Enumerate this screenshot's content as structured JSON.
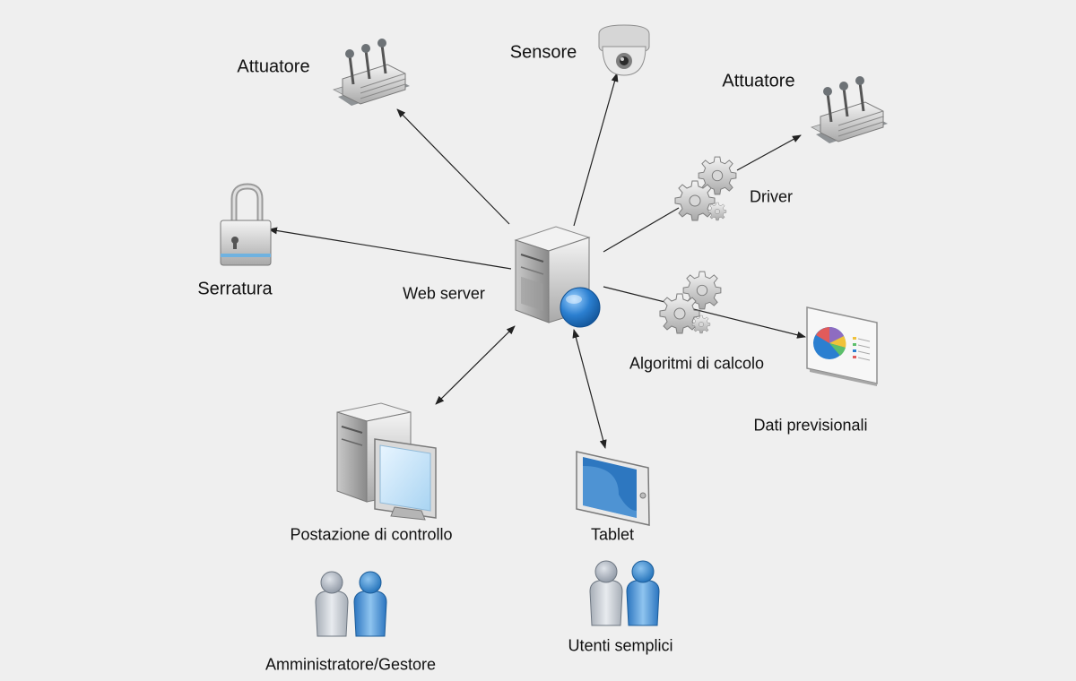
{
  "labels": {
    "web_server": "Web server",
    "sensor": "Sensore",
    "actuator_left": "Attuatore",
    "actuator_right": "Attuatore",
    "lock": "Serratura",
    "driver": "Driver",
    "algorithms": "Algoritmi di calcolo",
    "forecast": "Dati previsionali",
    "workstation": "Postazione di controllo",
    "tablet": "Tablet",
    "admins": "Amministratore/Gestore",
    "users": "Utenti semplici"
  },
  "icons": {
    "server": "server-globe-icon",
    "sensor": "dome-camera-icon",
    "actuator": "actuator-icon",
    "lock": "padlock-icon",
    "gears": "gears-icon",
    "chart": "pie-chart-screen-icon",
    "workstation": "desktop-computer-icon",
    "tablet": "tablet-icon",
    "users": "users-icon"
  },
  "colors": {
    "background": "#efefef",
    "edge": "#222222",
    "accent_blue": "#1f6fb8"
  }
}
